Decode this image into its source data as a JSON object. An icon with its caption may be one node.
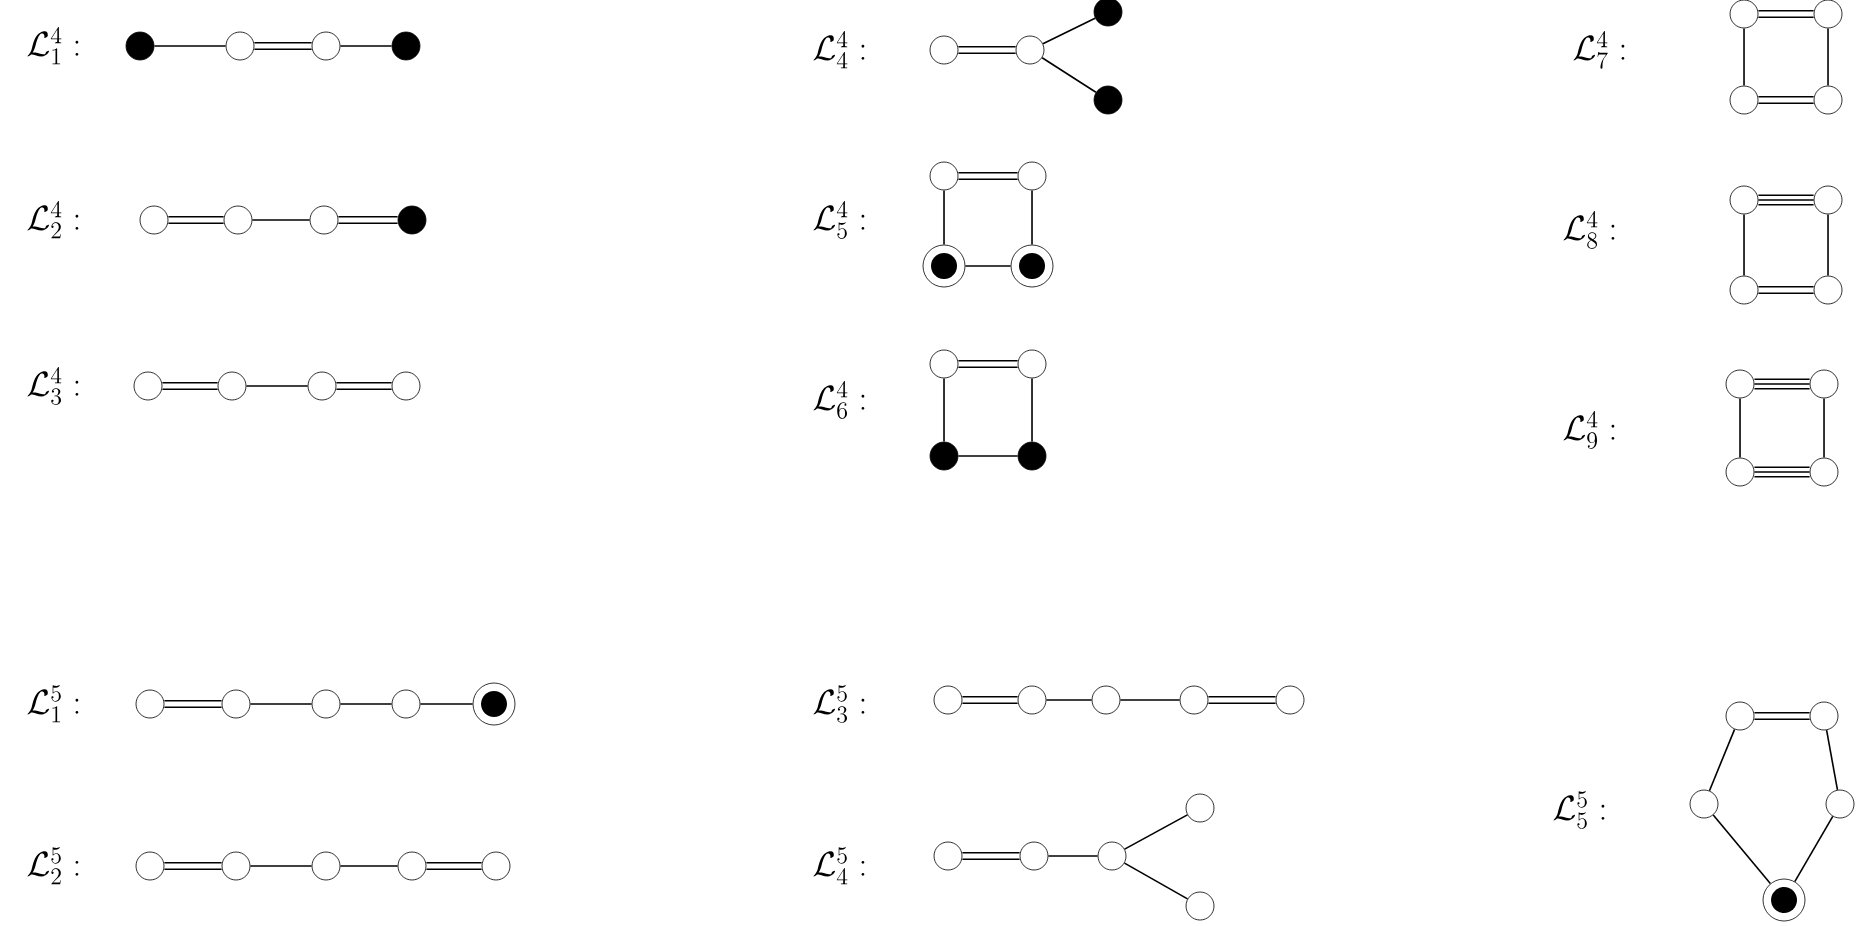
{
  "diagram": {
    "nodes": [
      {
        "text": [],
        "shape": "dot"
      },
      {
        "text": [],
        "shape": "circle"
      },
      {
        "text": [],
        "shape": "circle"
      },
      {
        "text": [],
        "shape": "dot"
      },
      {
        "text": [],
        "shape": "circle"
      },
      {
        "text": [],
        "shape": "circle"
      },
      {
        "text": [],
        "shape": "circle"
      },
      {
        "text": [],
        "shape": "dot"
      },
      {
        "text": [],
        "shape": "circle"
      },
      {
        "text": [],
        "shape": "circle"
      },
      {
        "text": [],
        "shape": "circle"
      },
      {
        "text": [],
        "shape": "circle"
      },
      {
        "text": [],
        "shape": "circle"
      },
      {
        "text": [],
        "shape": "circle"
      },
      {
        "text": [],
        "shape": "dot"
      },
      {
        "text": [],
        "shape": "dot"
      },
      {
        "text": [],
        "shape": "circle"
      },
      {
        "text": [],
        "shape": "circle"
      },
      {
        "text": [],
        "shape": "bullseye"
      },
      {
        "text": [],
        "shape": "bullseye"
      },
      {
        "text": [],
        "shape": "circle"
      },
      {
        "text": [],
        "shape": "circle"
      },
      {
        "text": [],
        "shape": "dot"
      },
      {
        "text": [],
        "shape": "dot"
      },
      {
        "text": [],
        "shape": "circle"
      },
      {
        "text": [],
        "shape": "circle"
      },
      {
        "text": [],
        "shape": "circle"
      },
      {
        "text": [],
        "shape": "circle"
      },
      {
        "text": [],
        "shape": "circle"
      },
      {
        "text": [],
        "shape": "circle"
      },
      {
        "text": [],
        "shape": "circle"
      },
      {
        "text": [],
        "shape": "circle"
      },
      {
        "text": [],
        "shape": "circle"
      },
      {
        "text": [],
        "shape": "circle"
      },
      {
        "text": [],
        "shape": "circle"
      },
      {
        "text": [],
        "shape": "circle"
      },
      {
        "text": [],
        "shape": "circle"
      },
      {
        "text": [],
        "shape": "circle"
      },
      {
        "text": [],
        "shape": "circle"
      },
      {
        "text": [],
        "shape": "circle"
      },
      {
        "text": [],
        "shape": "bullseye"
      },
      {
        "text": [],
        "shape": "circle"
      },
      {
        "text": [],
        "shape": "circle"
      },
      {
        "text": [],
        "shape": "circle"
      },
      {
        "text": [],
        "shape": "circle"
      },
      {
        "text": [],
        "shape": "circle"
      },
      {
        "text": [],
        "shape": "circle"
      },
      {
        "text": [],
        "shape": "circle"
      },
      {
        "text": [],
        "shape": "circle"
      },
      {
        "text": [],
        "shape": "circle"
      },
      {
        "text": [],
        "shape": "circle"
      },
      {
        "text": [],
        "shape": "circle"
      },
      {
        "text": [],
        "shape": "circle"
      },
      {
        "text": [],
        "shape": "circle"
      },
      {
        "text": [],
        "shape": "circle"
      },
      {
        "text": [],
        "shape": "circle"
      },
      {
        "text": [],
        "shape": "circle"
      },
      {
        "text": [],
        "shape": "circle"
      },
      {
        "text": [],
        "shape": "circle"
      },
      {
        "text": [],
        "shape": "circle"
      },
      {
        "text": [],
        "shape": "bullseye"
      }
    ],
    "edges": [
      {
        "from": 0,
        "to": 1,
        "arrow": "none"
      },
      {
        "from": 1,
        "to": 2,
        "arrow": "none"
      },
      {
        "from": 1,
        "to": 2,
        "arrow": "none"
      },
      {
        "from": 2,
        "to": 3,
        "arrow": "none"
      },
      {
        "from": 4,
        "to": 5,
        "arrow": "none"
      },
      {
        "from": 4,
        "to": 5,
        "arrow": "none"
      },
      {
        "from": 5,
        "to": 6,
        "arrow": "none"
      },
      {
        "from": 6,
        "to": 7,
        "arrow": "none"
      },
      {
        "from": 6,
        "to": 7,
        "arrow": "none"
      },
      {
        "from": 8,
        "to": 9,
        "arrow": "none"
      },
      {
        "from": 8,
        "to": 9,
        "arrow": "none"
      },
      {
        "from": 9,
        "to": 10,
        "arrow": "none"
      },
      {
        "from": 10,
        "to": 11,
        "arrow": "none"
      },
      {
        "from": 10,
        "to": 11,
        "arrow": "none"
      },
      {
        "from": 12,
        "to": 13,
        "arrow": "none"
      },
      {
        "from": 12,
        "to": 13,
        "arrow": "none"
      },
      {
        "from": 13,
        "to": 14,
        "arrow": "none"
      },
      {
        "from": 13,
        "to": 15,
        "arrow": "none"
      },
      {
        "from": 16,
        "to": 17,
        "arrow": "none"
      },
      {
        "from": 16,
        "to": 17,
        "arrow": "none"
      },
      {
        "from": 16,
        "to": 18,
        "arrow": "none"
      },
      {
        "from": 17,
        "to": 19,
        "arrow": "none"
      },
      {
        "from": 18,
        "to": 19,
        "arrow": "none"
      },
      {
        "from": 20,
        "to": 21,
        "arrow": "none"
      },
      {
        "from": 20,
        "to": 21,
        "arrow": "none"
      },
      {
        "from": 20,
        "to": 22,
        "arrow": "none"
      },
      {
        "from": 21,
        "to": 23,
        "arrow": "none"
      },
      {
        "from": 22,
        "to": 23,
        "arrow": "none"
      },
      {
        "from": 24,
        "to": 25,
        "arrow": "none"
      },
      {
        "from": 24,
        "to": 25,
        "arrow": "none"
      },
      {
        "from": 26,
        "to": 27,
        "arrow": "none"
      },
      {
        "from": 26,
        "to": 27,
        "arrow": "none"
      },
      {
        "from": 24,
        "to": 26,
        "arrow": "none"
      },
      {
        "from": 25,
        "to": 27,
        "arrow": "none"
      },
      {
        "from": 28,
        "to": 29,
        "arrow": "none"
      },
      {
        "from": 28,
        "to": 29,
        "arrow": "none"
      },
      {
        "from": 28,
        "to": 29,
        "arrow": "none"
      },
      {
        "from": 30,
        "to": 31,
        "arrow": "none"
      },
      {
        "from": 30,
        "to": 31,
        "arrow": "none"
      },
      {
        "from": 28,
        "to": 30,
        "arrow": "none"
      },
      {
        "from": 29,
        "to": 31,
        "arrow": "none"
      },
      {
        "from": 32,
        "to": 33,
        "arrow": "none"
      },
      {
        "from": 32,
        "to": 33,
        "arrow": "none"
      },
      {
        "from": 32,
        "to": 33,
        "arrow": "none"
      },
      {
        "from": 34,
        "to": 35,
        "arrow": "none"
      },
      {
        "from": 34,
        "to": 35,
        "arrow": "none"
      },
      {
        "from": 34,
        "to": 35,
        "arrow": "none"
      },
      {
        "from": 32,
        "to": 34,
        "arrow": "none"
      },
      {
        "from": 33,
        "to": 35,
        "arrow": "none"
      },
      {
        "from": 36,
        "to": 37,
        "arrow": "none"
      },
      {
        "from": 36,
        "to": 37,
        "arrow": "none"
      },
      {
        "from": 37,
        "to": 38,
        "arrow": "none"
      },
      {
        "from": 38,
        "to": 39,
        "arrow": "none"
      },
      {
        "from": 39,
        "to": 40,
        "arrow": "none"
      },
      {
        "from": 41,
        "to": 42,
        "arrow": "none"
      },
      {
        "from": 41,
        "to": 42,
        "arrow": "none"
      },
      {
        "from": 42,
        "to": 43,
        "arrow": "none"
      },
      {
        "from": 43,
        "to": 44,
        "arrow": "none"
      },
      {
        "from": 44,
        "to": 45,
        "arrow": "none"
      },
      {
        "from": 44,
        "to": 45,
        "arrow": "none"
      },
      {
        "from": 46,
        "to": 47,
        "arrow": "none"
      },
      {
        "from": 46,
        "to": 47,
        "arrow": "none"
      },
      {
        "from": 47,
        "to": 48,
        "arrow": "none"
      },
      {
        "from": 48,
        "to": 49,
        "arrow": "none"
      },
      {
        "from": 49,
        "to": 50,
        "arrow": "none"
      },
      {
        "from": 49,
        "to": 50,
        "arrow": "none"
      },
      {
        "from": 51,
        "to": 52,
        "arrow": "none"
      },
      {
        "from": 51,
        "to": 52,
        "arrow": "none"
      },
      {
        "from": 52,
        "to": 53,
        "arrow": "none"
      },
      {
        "from": 53,
        "to": 54,
        "arrow": "none"
      },
      {
        "from": 53,
        "to": 55,
        "arrow": "none"
      },
      {
        "from": 56,
        "to": 57,
        "arrow": "none"
      },
      {
        "from": 56,
        "to": 57,
        "arrow": "none"
      },
      {
        "from": 56,
        "to": 58,
        "arrow": "none"
      },
      {
        "from": 58,
        "to": 60,
        "arrow": "none"
      },
      {
        "from": 60,
        "to": 59,
        "arrow": "none"
      },
      {
        "from": 59,
        "to": 57,
        "arrow": "none"
      }
    ],
    "labels": [
      "\\mathcal{L}_1^4 :",
      "\\mathcal{L}_2^4 :",
      "\\mathcal{L}_3^4 :",
      "\\mathcal{L}_4^4 :",
      "\\mathcal{L}_5^4 :",
      "\\mathcal{L}_6^4 :",
      "\\mathcal{L}_7^4 :",
      "\\mathcal{L}_8^4 :",
      "\\mathcal{L}_9^4 :",
      "\\mathcal{L}_1^5 :",
      "\\mathcal{L}_2^5 :",
      "\\mathcal{L}_3^5 :",
      "\\mathcal{L}_4^5 :",
      "\\mathcal{L}_5^5 :"
    ]
  }
}
